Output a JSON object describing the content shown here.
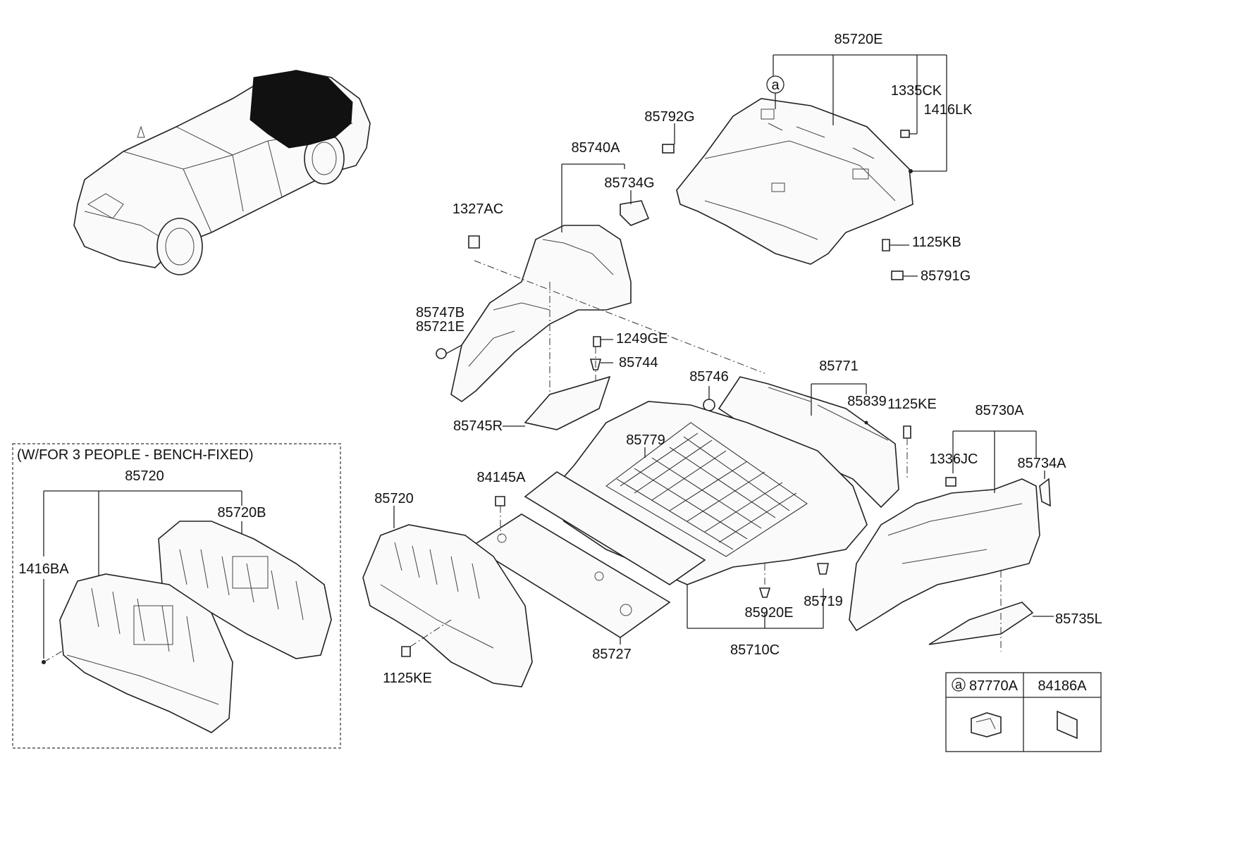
{
  "labels": {
    "p85720E": "85720E",
    "p1335CK": "1335CK",
    "p1416LK": "1416LK",
    "p85792G": "85792G",
    "p85740A": "85740A",
    "p85734G": "85734G",
    "p1327AC": "1327AC",
    "p1125KB": "1125KB",
    "p85791G": "85791G",
    "p85747B": "85747B",
    "p85721E": "85721E",
    "p1249GE": "1249GE",
    "p85744": "85744",
    "p85745R": "85745R",
    "p85746": "85746",
    "p85771": "85771",
    "p85839": "85839",
    "p1125KE_top": "1125KE",
    "p85730A": "85730A",
    "p1336JC": "1336JC",
    "p85734A": "85734A",
    "p85779": "85779",
    "p84145A": "84145A",
    "p85720_main": "85720",
    "p1125KE_bottom": "1125KE",
    "p85727": "85727",
    "p85920E": "85920E",
    "p85719": "85719",
    "p85710C": "85710C",
    "p85735L": "85735L",
    "callout_a": "a"
  },
  "inset": {
    "title": "(W/FOR 3 PEOPLE - BENCH-FIXED)",
    "p85720": "85720",
    "p85720B": "85720B",
    "p1416BA": "1416BA"
  },
  "legend": {
    "marker": "a",
    "col1": "87770A",
    "col2": "84186A"
  }
}
